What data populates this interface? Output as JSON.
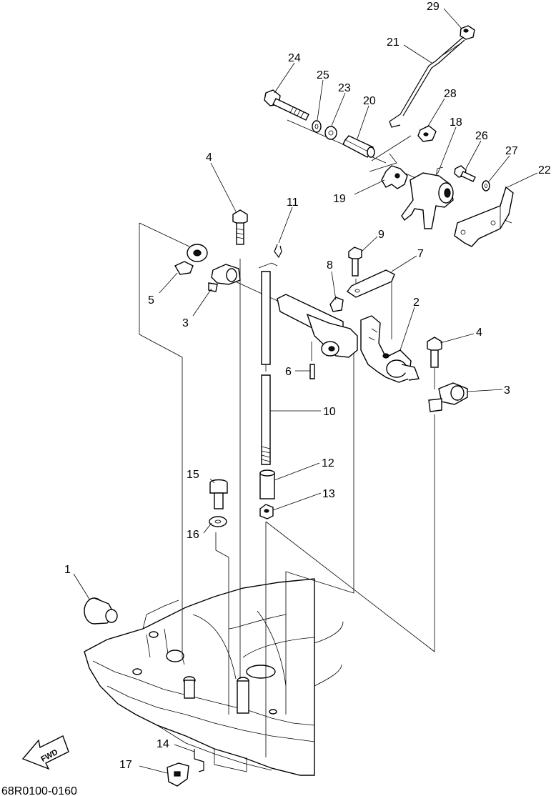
{
  "diagram": {
    "callouts": [
      "29",
      "21",
      "24",
      "25",
      "23",
      "20",
      "28",
      "18",
      "26",
      "27",
      "22",
      "4",
      "11",
      "19",
      "9",
      "7",
      "5",
      "8",
      "3",
      "2",
      "4",
      "6",
      "3",
      "10",
      "12",
      "15",
      "13",
      "16",
      "1",
      "14",
      "17"
    ],
    "fwd_label": "FWD",
    "drawing_code": "68R0100-0160"
  }
}
